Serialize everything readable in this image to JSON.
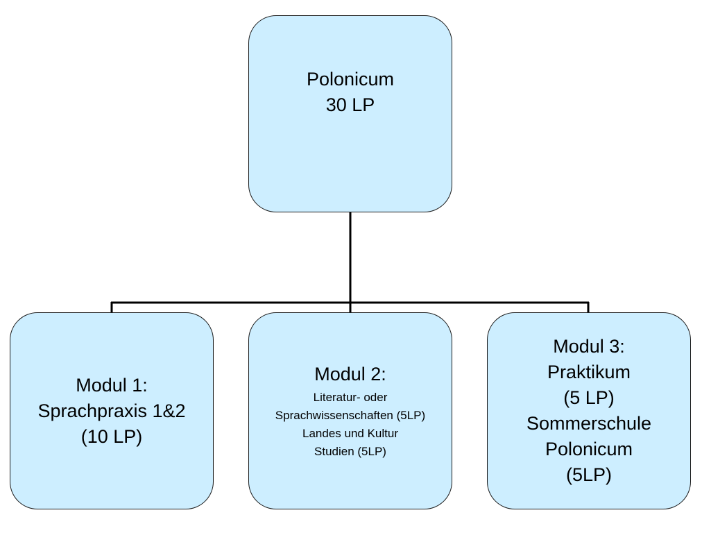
{
  "root": {
    "lines": [
      "Polonicum",
      "30 LP"
    ]
  },
  "modules": [
    {
      "lines": [
        "Modul 1:",
        "Sprachpraxis 1&2",
        "(10 LP)"
      ]
    },
    {
      "heading": "Modul 2:",
      "details": [
        "Literatur- oder",
        "Sprachwissenschaften (5LP)",
        "Landes und Kultur",
        "Studien (5LP)"
      ]
    },
    {
      "lines": [
        "Modul 3:",
        "Praktikum",
        "(5 LP)",
        "Sommerschule",
        "Polonicum",
        "(5LP)"
      ]
    }
  ],
  "colors": {
    "box_fill": "#cdeeff",
    "box_border": "#1a1a1a",
    "connector": "#000000"
  }
}
